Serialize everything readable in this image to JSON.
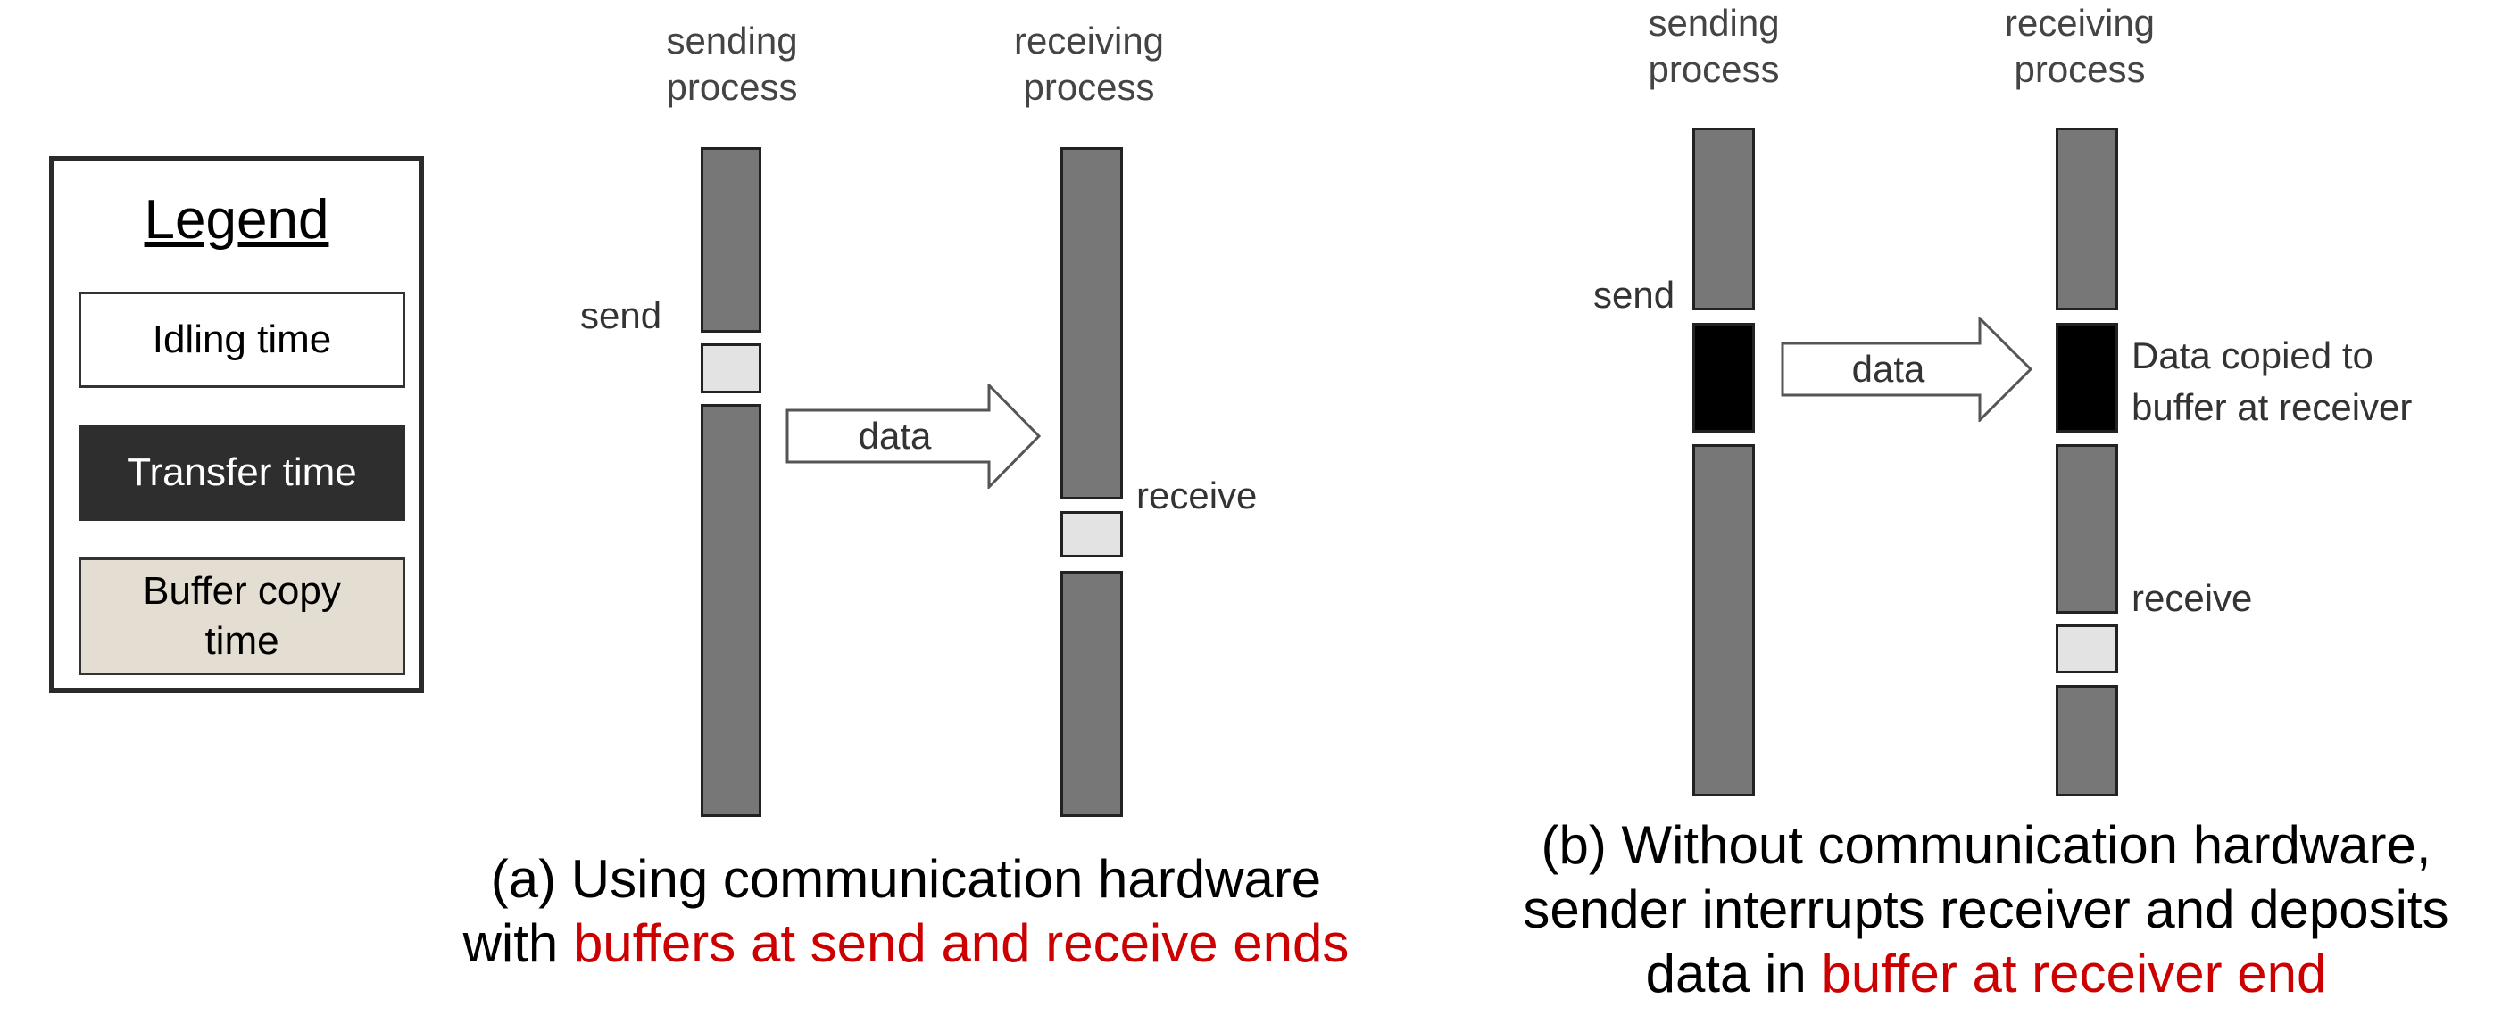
{
  "legend": {
    "title": "Legend",
    "idle": "Idling time",
    "transfer": "Transfer time",
    "buffer": "Buffer copy time"
  },
  "panel_a": {
    "sending_label": "sending process",
    "receiving_label": "receiving process",
    "send_label": "send",
    "receive_label": "receive",
    "data_label": "data",
    "caption_line1": "(a) Using communication hardware",
    "caption_line2_prefix": "with ",
    "caption_line2_red": "buffers at send and receive ends"
  },
  "panel_b": {
    "sending_label": "sending process",
    "receiving_label": "receiving process",
    "send_label": "send",
    "receive_label": "receive",
    "data_label": "data",
    "copied_note": "Data copied to buffer at receiver",
    "caption_line1": "(b) Without communication hardware,",
    "caption_line2": "sender interrupts receiver and deposits",
    "caption_line3_prefix": "data in ",
    "caption_line3_red": "buffer at receiver end"
  },
  "colors": {
    "process_bar": "#777777",
    "idle": "#e3e3e3",
    "transfer": "#000000",
    "buffer_copy": "#e3ddd2",
    "highlight": "#cc0000"
  }
}
